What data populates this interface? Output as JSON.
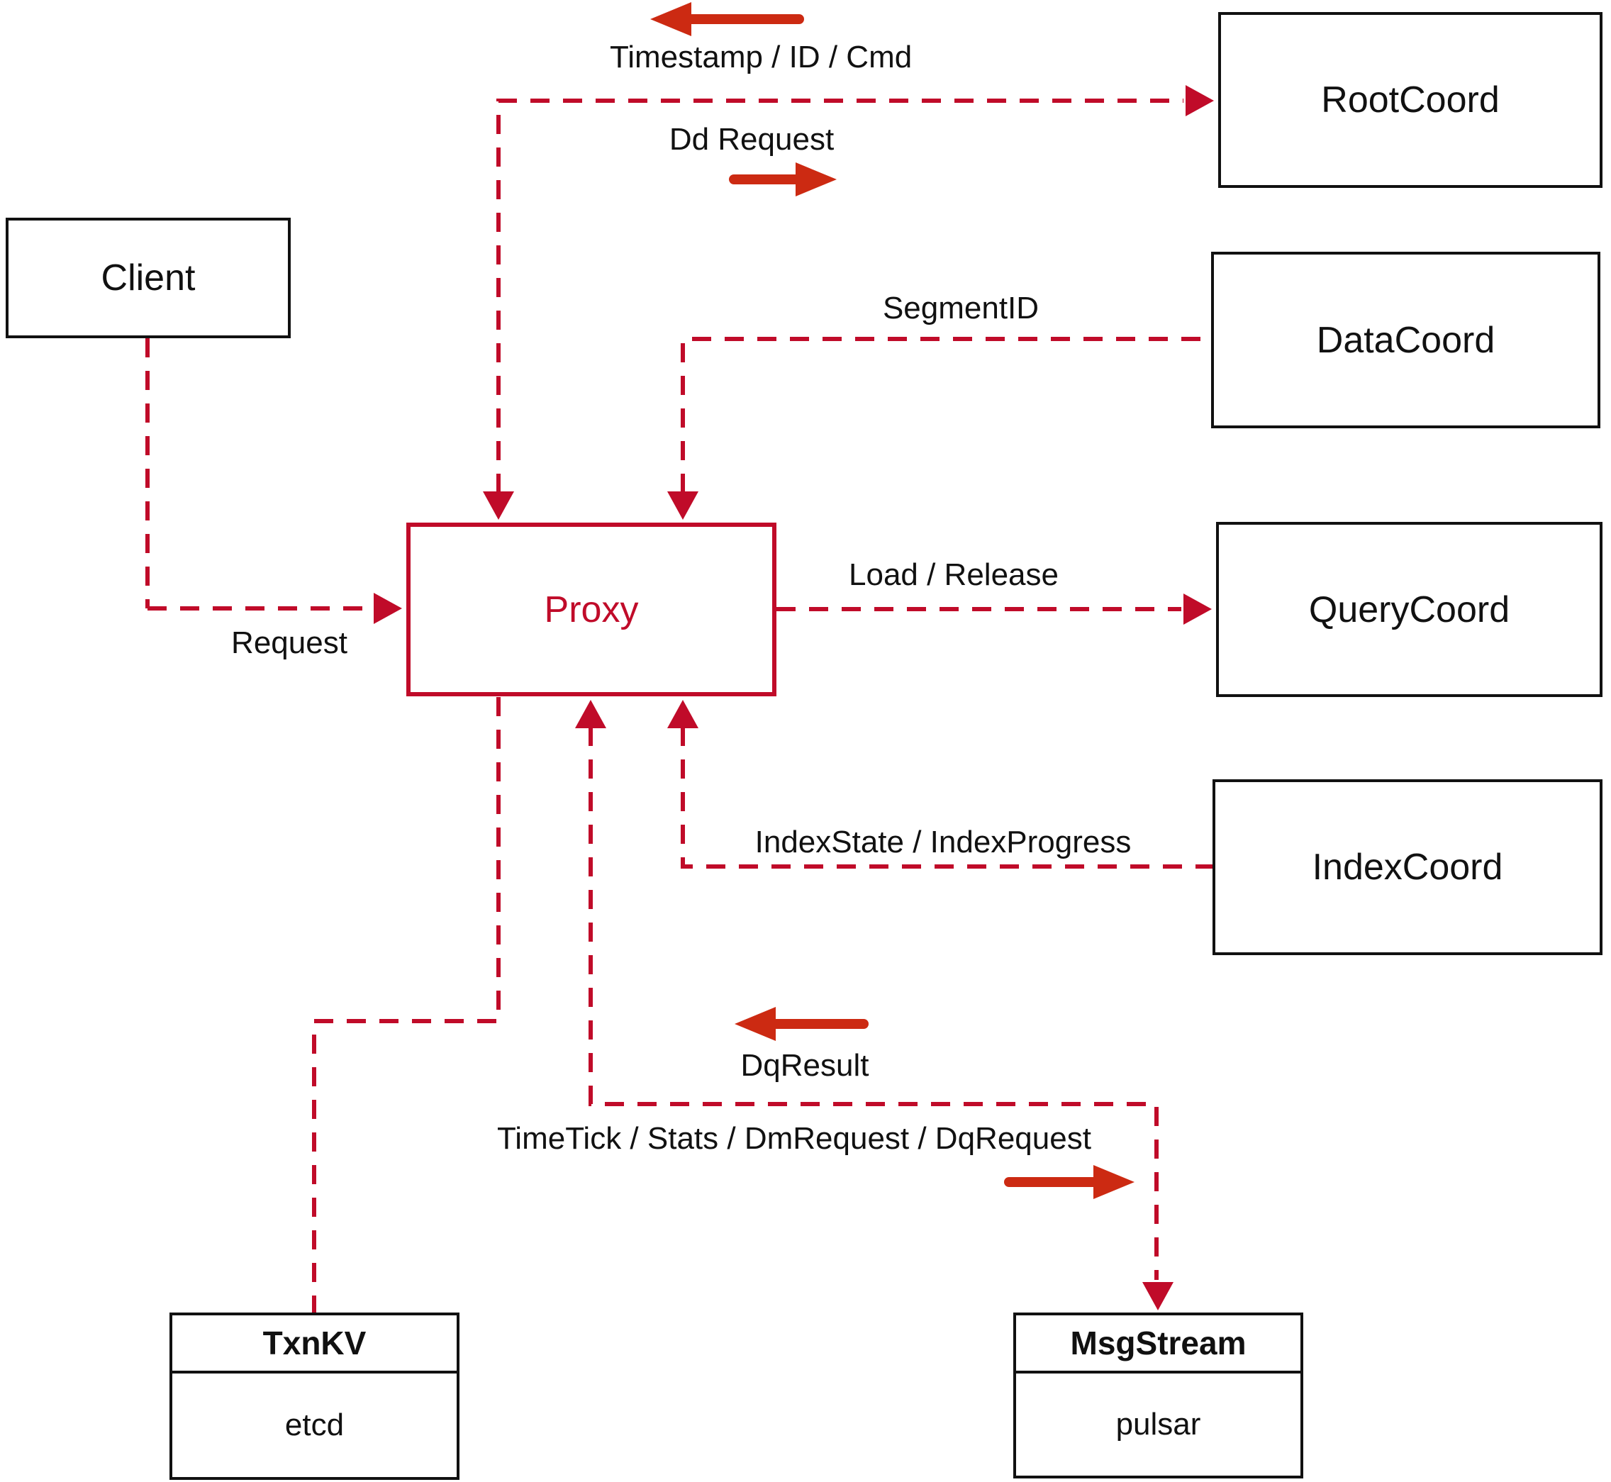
{
  "colors": {
    "connector_red": "#c00b29",
    "arrow_red": "#cc2a12",
    "node_border": "#111111",
    "node_text": "#111111",
    "background": "#ffffff"
  },
  "nodes": {
    "client": {
      "label": "Client"
    },
    "proxy": {
      "label": "Proxy"
    },
    "rootcoord": {
      "label": "RootCoord"
    },
    "datacoord": {
      "label": "DataCoord"
    },
    "querycoord": {
      "label": "QueryCoord"
    },
    "indexcoord": {
      "label": "IndexCoord"
    },
    "txnkv": {
      "title": "TxnKV",
      "subtitle": "etcd"
    },
    "msgstream": {
      "title": "MsgStream",
      "subtitle": "pulsar"
    }
  },
  "edge_labels": {
    "request": "Request",
    "timestamp_id_cmd": "Timestamp / ID / Cmd",
    "dd_request": "Dd Request",
    "segment_id": "SegmentID",
    "load_release": "Load / Release",
    "index_state_progress": "IndexState / IndexProgress",
    "dq_result": "DqResult",
    "timetick_stats": "TimeTick / Stats / DmRequest / DqRequest"
  }
}
